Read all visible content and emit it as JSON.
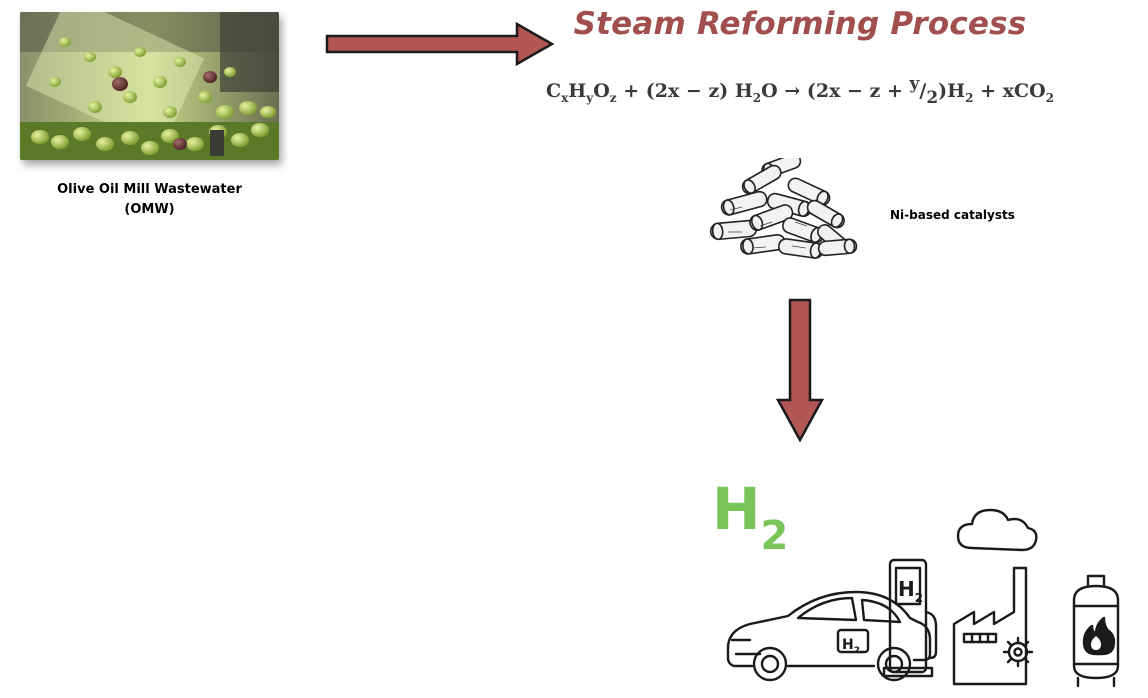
{
  "source": {
    "label_line1": "Olive Oil Mill Wastewater",
    "label_line2": "(OMW)"
  },
  "process": {
    "title": "Steam Reforming Process",
    "equation": {
      "lhs_c": "C",
      "lhs_x": "x",
      "lhs_h": "H",
      "lhs_y": "y",
      "lhs_o": "O",
      "lhs_z": "z",
      "plus1": " + (2x − z) H",
      "h2o_2": "2",
      "h2o_o": "O → (2x − z + ",
      "frac_num": "y",
      "frac_den": "2",
      "close": ")H",
      "h2_2": "2",
      "plus2": " + xCO",
      "co2_2": "2"
    }
  },
  "catalyst": {
    "label": "Ni-based catalysts"
  },
  "product": {
    "h2_main": "H",
    "h2_sub": "2",
    "station_h": "H",
    "station_2": "2",
    "car_h": "H",
    "car_2": "2"
  },
  "colors": {
    "arrow_fill": "#b25656",
    "arrow_stroke": "#1a1a1a",
    "title": "#a14e4e",
    "h2_green": "#7ac55a"
  },
  "icons": [
    "olive-photo",
    "right-arrow-icon",
    "catalyst-pellets-icon",
    "down-arrow-icon",
    "car-icon",
    "fuel-station-icon",
    "factory-icon",
    "gas-tank-icon",
    "flame-icon",
    "gear-icon",
    "cloud-icon"
  ]
}
